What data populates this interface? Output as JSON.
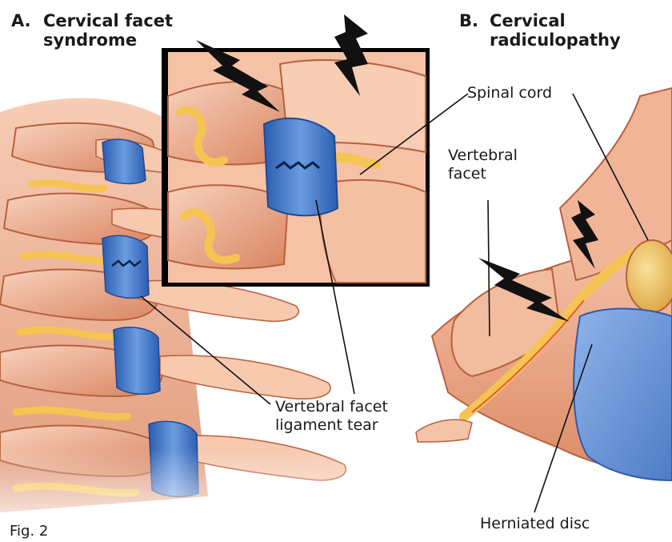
{
  "panel_a": {
    "letter": "A.",
    "title": "Cervical facet\nsyndrome",
    "callout": "Vertebral facet\nligament tear"
  },
  "panel_b": {
    "letter": "B.",
    "title": "Cervical\nradiculopathy",
    "label_spinal_cord": "Spinal cord",
    "label_facet": "Vertebral\nfacet",
    "label_disc": "Herniated disc"
  },
  "figure_number": "Fig. 2",
  "colors": {
    "bone": "#f0b79a",
    "bone_dark": "#c8704f",
    "nerve": "#f6c452",
    "ligament": "#3d78c8",
    "disc": "#6f98d8",
    "cord": "#f1c45e",
    "frame": "#000000",
    "bolt": "#111111"
  }
}
